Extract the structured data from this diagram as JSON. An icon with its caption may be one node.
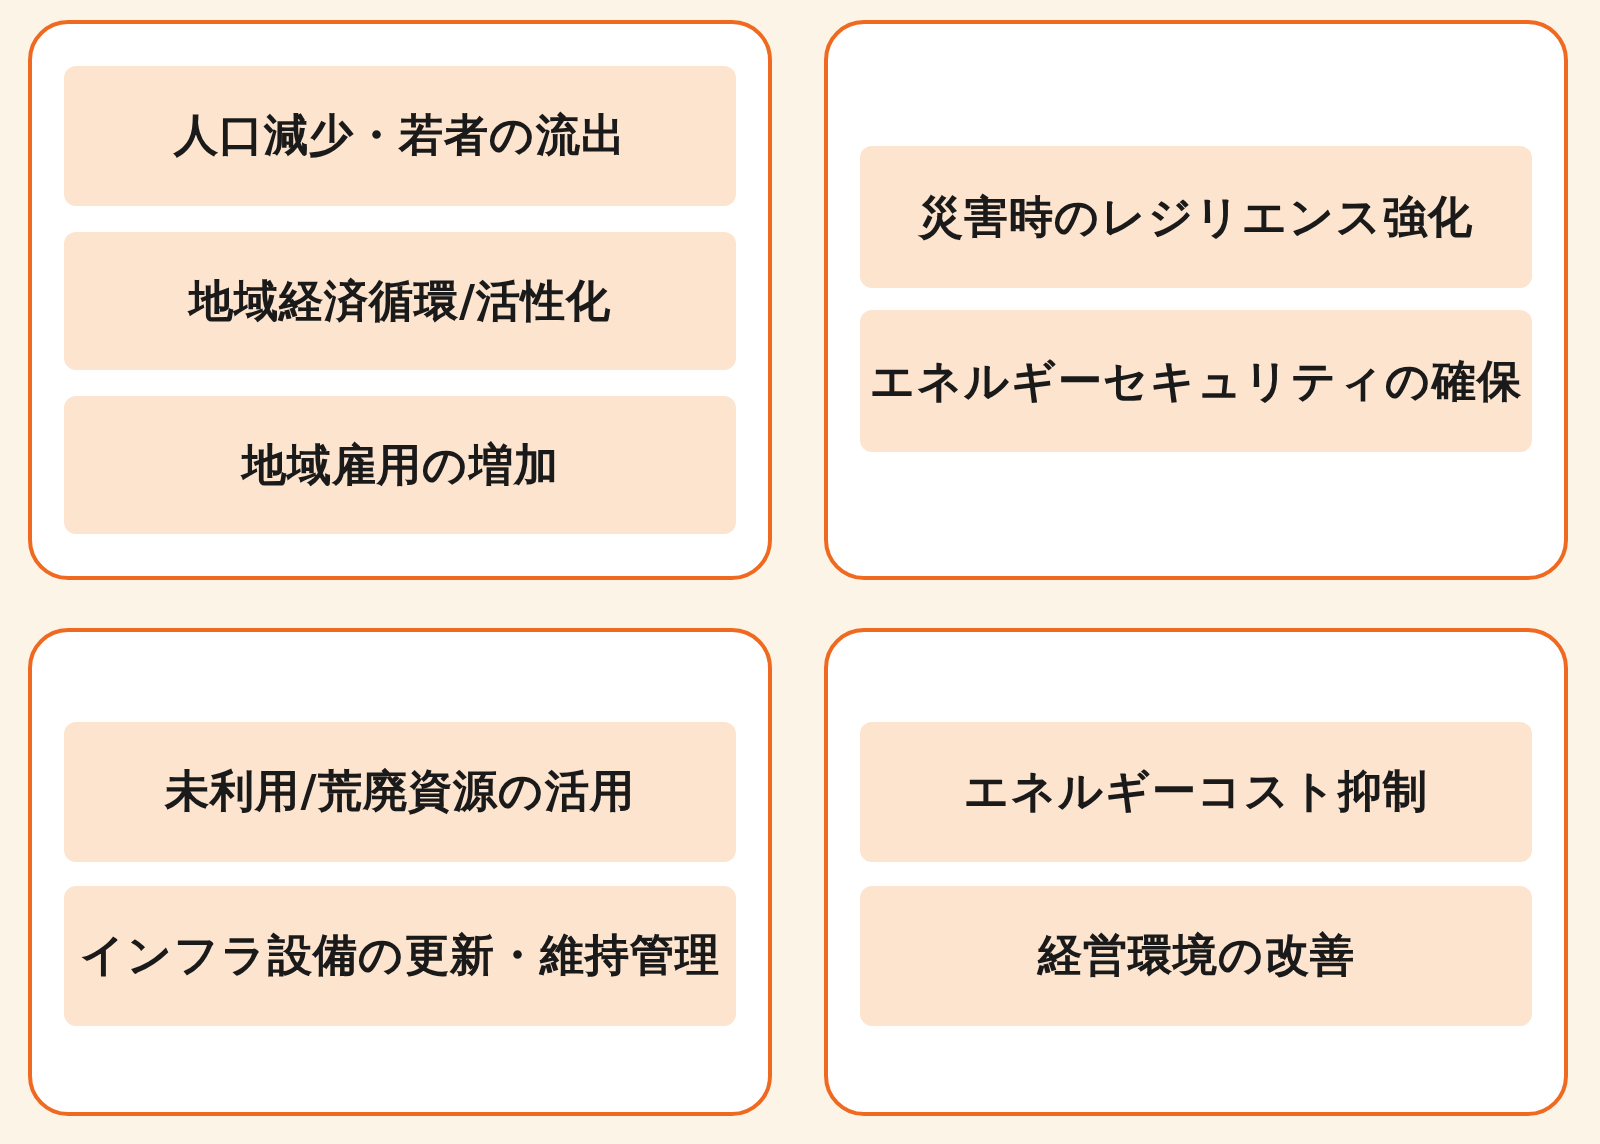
{
  "diagram": {
    "nodes": [
      {
        "text": [],
        "shape": "box"
      },
      {
        "text": [
          "人口減少・若者の流出"
        ],
        "in": 0
      },
      {
        "text": [
          "地域経済循環/活性化"
        ],
        "in": 0
      },
      {
        "text": [
          "地域雇用の増加"
        ],
        "in": 0
      },
      {
        "text": [],
        "shape": "box"
      },
      {
        "text": [
          "災害時のレジリエンス強化"
        ],
        "in": 4
      },
      {
        "text": [
          "エネルギーセキュリティの確保"
        ],
        "in": 4
      },
      {
        "text": [],
        "shape": "box"
      },
      {
        "text": [
          "未利用/荒廃資源の活用"
        ],
        "in": 7
      },
      {
        "text": [
          "インフラ設備の更新・維持管理"
        ],
        "in": 7
      },
      {
        "text": [],
        "shape": "box"
      },
      {
        "text": [
          "エネルギーコスト抑制"
        ],
        "in": 10
      },
      {
        "text": [
          "経営環境の改善"
        ],
        "in": 10
      }
    ]
  }
}
